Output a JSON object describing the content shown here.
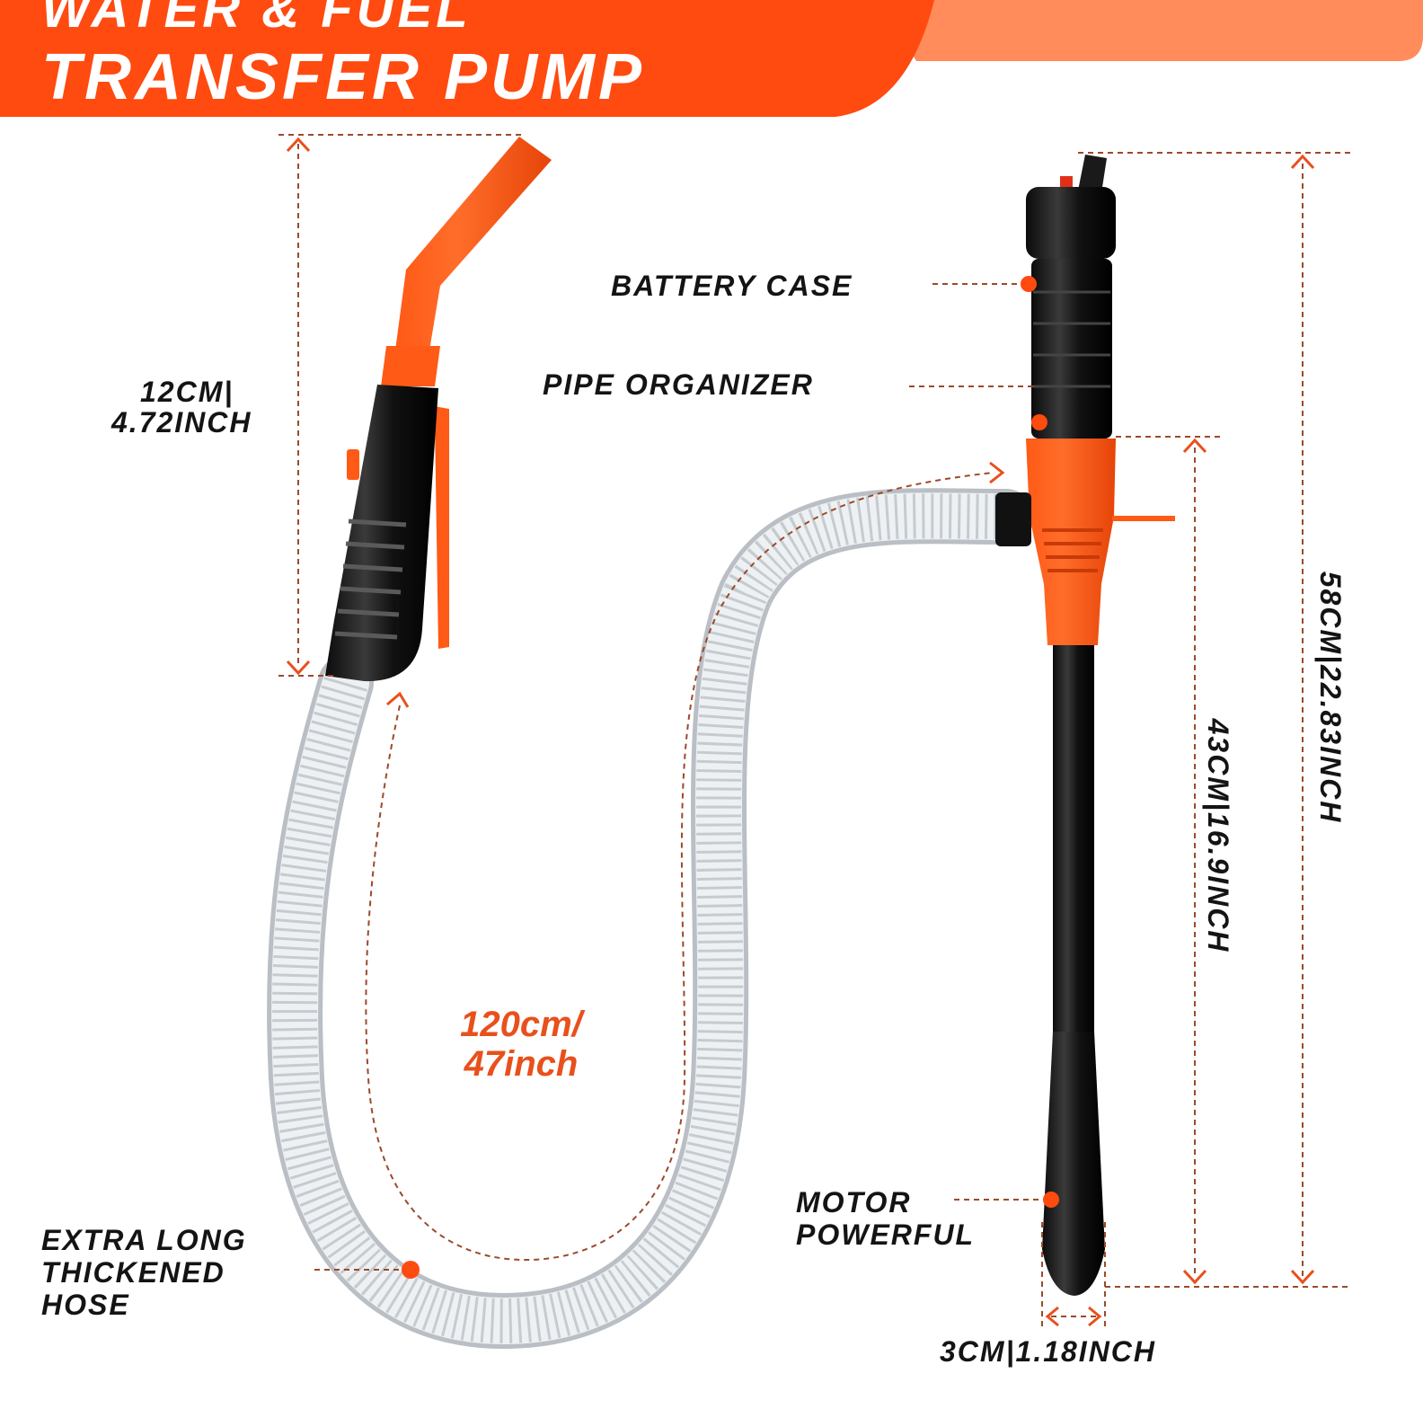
{
  "banner": {
    "title_line1": "WATER & FUEL",
    "title_line2": "TRANSFER PUMP"
  },
  "labels": {
    "battery_case": "BATTERY CASE",
    "pipe_organizer": "PIPE ORGANIZER",
    "motor_line1": "MOTOR",
    "motor_line2": "POWERFUL",
    "hose_line1": "EXTRA LONG",
    "hose_line2": "THICKENED",
    "hose_line3": "HOSE"
  },
  "dimensions": {
    "nozzle_line1": "12CM|",
    "nozzle_line2": "4.72INCH",
    "hose_line1": "120cm/",
    "hose_line2": "47inch",
    "tube_length": "43CM|16.9INCH",
    "total_length": "58CM|22.83INCH",
    "diameter": "3CM|1.18INCH"
  },
  "colors": {
    "accent": "#ff4a10",
    "accent_light": "#ff8c5a",
    "dim_line": "#9c4a2a",
    "dark": "#141414",
    "hose": "#e9ecee"
  }
}
